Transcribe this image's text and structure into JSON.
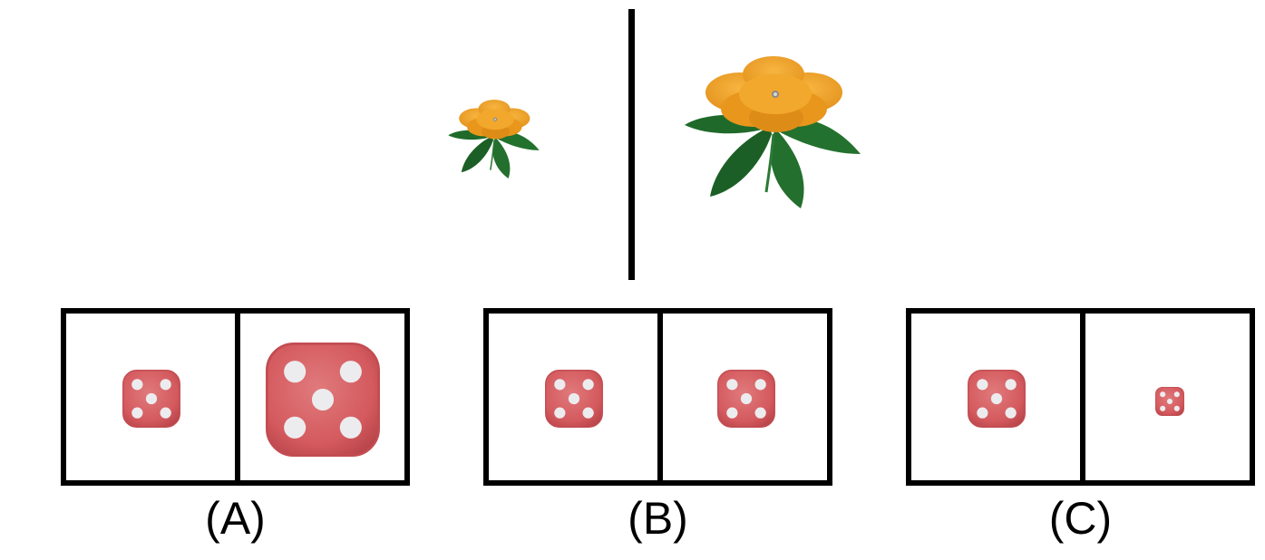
{
  "example": {
    "left_image": "flower-small",
    "right_image": "flower-large"
  },
  "options": [
    {
      "label": "(A)",
      "left": "die-five",
      "right": "die-five-large"
    },
    {
      "label": "(B)",
      "left": "die-five",
      "right": "die-five"
    },
    {
      "label": "(C)",
      "left": "die-five",
      "right": "die-five-small"
    }
  ],
  "colors": {
    "die": "#d8575b",
    "pip": "#e9e9ec",
    "petal": "#f0a01e",
    "leaf": "#1f6a2a",
    "frame": "#000000"
  }
}
